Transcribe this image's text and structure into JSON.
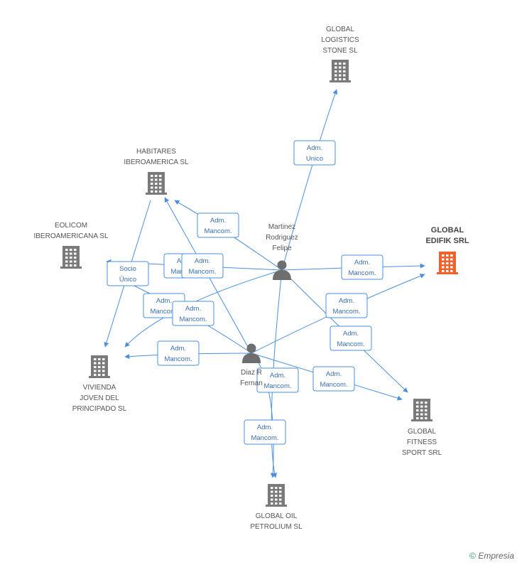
{
  "colors": {
    "edge": "#4a8fdd",
    "company": "#7a7a7a",
    "company_highlight": "#f0612b",
    "person": "#6e6e6e"
  },
  "companies": [
    {
      "id": "logistics",
      "lines": [
        "GLOBAL",
        "LOGISTICS",
        "STONE SL"
      ],
      "icon": "building-icon"
    },
    {
      "id": "habitares",
      "lines": [
        "HABITARES",
        "IBEROAMERICA SL"
      ],
      "icon": "building-icon"
    },
    {
      "id": "eolicom",
      "lines": [
        "EOLICOM",
        "IBEROAMERICANA SL"
      ],
      "icon": "building-icon"
    },
    {
      "id": "edifik",
      "lines": [
        "GLOBAL",
        "EDIFIK SRL"
      ],
      "icon": "building-icon",
      "highlight": true
    },
    {
      "id": "vivienda",
      "lines": [
        "VIVIENDA",
        "JOVEN DEL",
        "PRINCIPADO SL"
      ],
      "icon": "building-icon"
    },
    {
      "id": "fitness",
      "lines": [
        "GLOBAL",
        "FITNESS",
        "SPORT SRL"
      ],
      "icon": "building-icon"
    },
    {
      "id": "oil",
      "lines": [
        "GLOBAL OIL",
        "PETROLIUM SL"
      ],
      "icon": "building-icon"
    }
  ],
  "persons": [
    {
      "id": "martinez",
      "lines": [
        "Martinez",
        "Rodriguez",
        "Felipe"
      ],
      "icon": "person-icon"
    },
    {
      "id": "diaz",
      "lines": [
        "Diaz R",
        "Fernan"
      ],
      "icon": "person-icon"
    }
  ],
  "edges": [
    {
      "from": "martinez",
      "to": "logistics",
      "label": [
        "Adm.",
        "Unico"
      ]
    },
    {
      "from": "martinez",
      "to": "habitares",
      "label": [
        "Adm.",
        "Mancom."
      ]
    },
    {
      "from": "martinez",
      "to": "eolicom",
      "label": [
        "Adm.",
        "Mancom."
      ]
    },
    {
      "from": "martinez",
      "to": "edifik",
      "label": [
        "Adm.",
        "Mancom."
      ]
    },
    {
      "from": "martinez",
      "to": "vivienda",
      "label": [
        "Adm.",
        "Mancom."
      ]
    },
    {
      "from": "martinez",
      "to": "fitness",
      "label": [
        "Adm.",
        "Mancom."
      ]
    },
    {
      "from": "martinez",
      "to": "oil",
      "label": [
        "Adm.",
        "Mancom."
      ]
    },
    {
      "from": "diaz",
      "to": "habitares",
      "label": [
        "Adm.",
        "Mancom."
      ]
    },
    {
      "from": "diaz",
      "to": "eolicom",
      "label": [
        "Adm.",
        "Mancom."
      ]
    },
    {
      "from": "diaz",
      "to": "edifik",
      "label": [
        "Adm.",
        "Mancom."
      ]
    },
    {
      "from": "diaz",
      "to": "vivienda",
      "label": [
        "Adm.",
        "Mancom."
      ]
    },
    {
      "from": "diaz",
      "to": "fitness",
      "label": [
        "Adm.",
        "Mancom."
      ]
    },
    {
      "from": "diaz",
      "to": "oil",
      "label": [
        "Adm.",
        "Mancom."
      ]
    },
    {
      "from": "habitares",
      "to": "vivienda",
      "label": [
        "Socio",
        "Único"
      ]
    }
  ],
  "footer": {
    "copyright": "©",
    "brand": "Empresia"
  }
}
